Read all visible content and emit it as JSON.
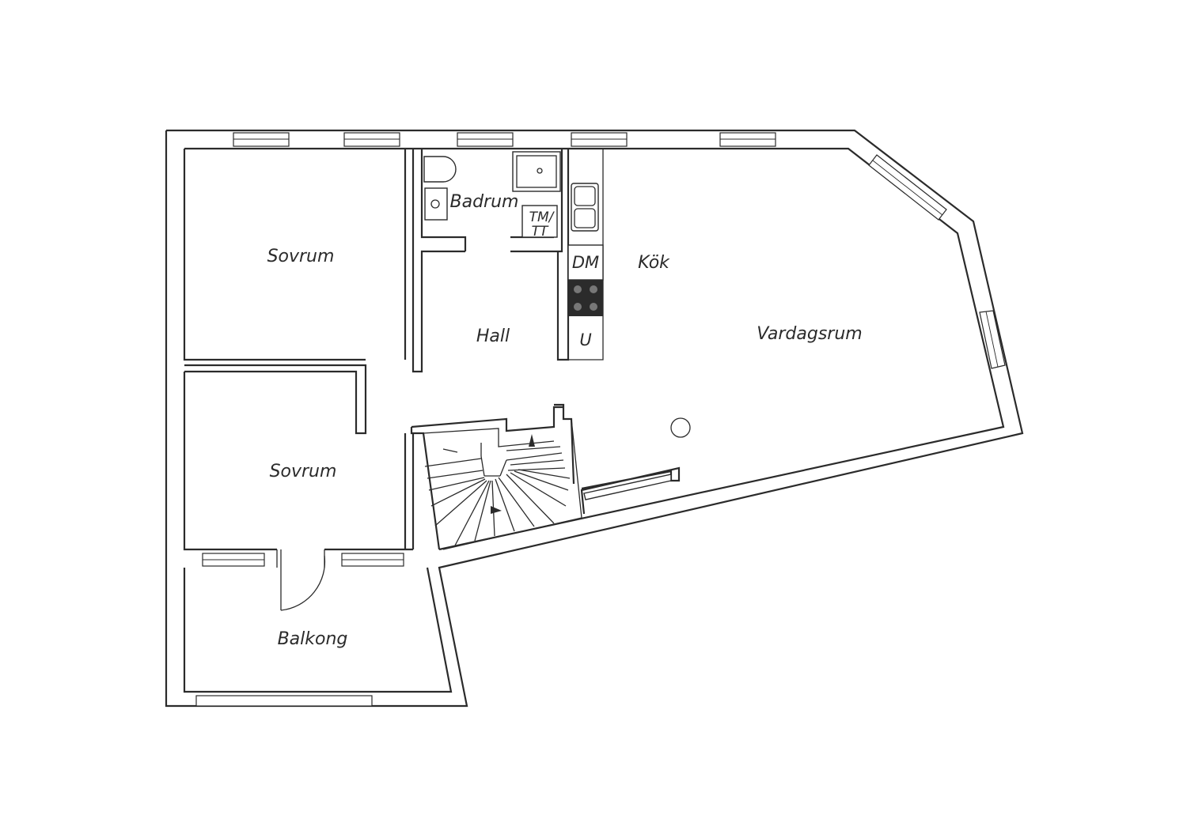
{
  "rooms": {
    "bedroom_top": "Sovrum",
    "bedroom_bottom": "Sovrum",
    "bathroom": "Badrum",
    "hall": "Hall",
    "kitchen": "Kök",
    "living_room": "Vardagsrum",
    "balcony": "Balkong"
  },
  "fixtures": {
    "washer_dryer": "TM/",
    "washer_dryer_2": "TT",
    "dishwasher": "DM",
    "oven": "U"
  }
}
